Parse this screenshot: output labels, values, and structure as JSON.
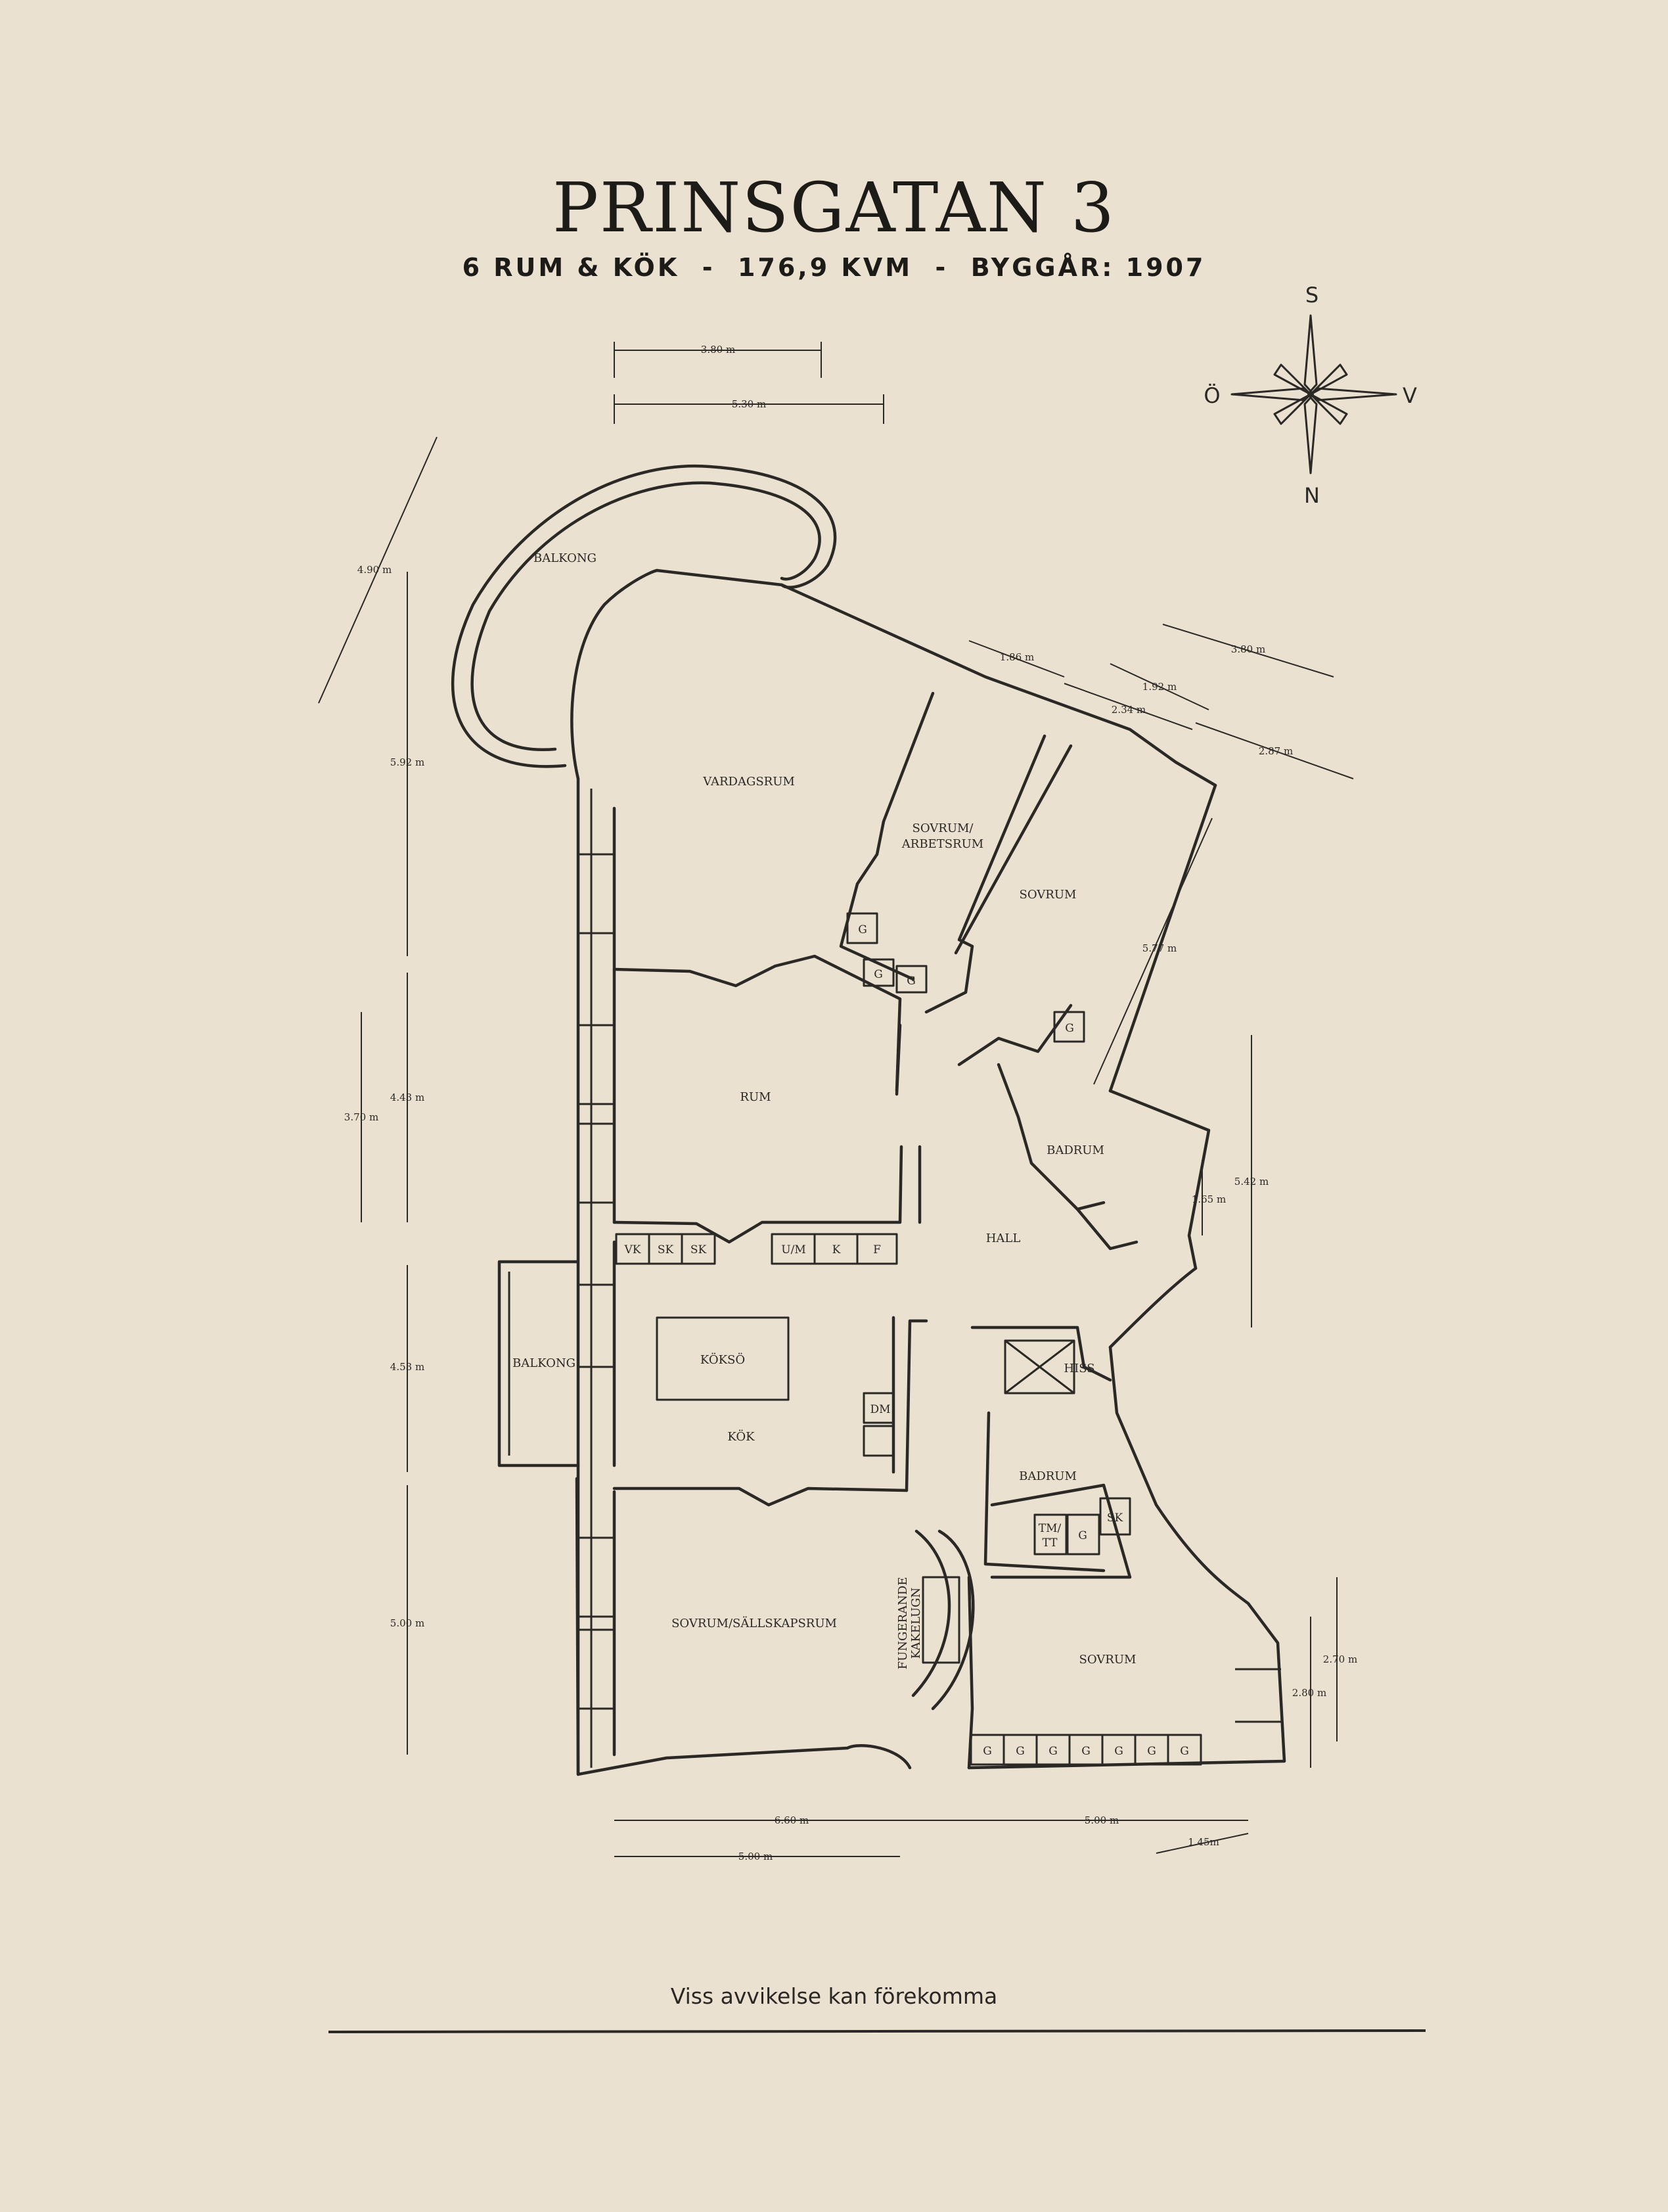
{
  "header": {
    "title": "PRINSGATAN 3",
    "subtitle": "6 RUM & KÖK  -  176,9 KVM  -  BYGGÅR: 1907"
  },
  "compass": {
    "north": "N",
    "south": "S",
    "east": "Ö",
    "west": "V"
  },
  "rooms": {
    "balkong_top": "BALKONG",
    "vardagsrum": "VARDAGSRUM",
    "sovrum_arbetsrum_1": "SOVRUM/",
    "sovrum_arbetsrum_2": "ARBETSRUM",
    "sovrum_upper": "SOVRUM",
    "rum": "RUM",
    "badrum_upper": "BADRUM",
    "hall": "HALL",
    "balkong_side": "BALKONG",
    "koksö": "KÖKSÖ",
    "kok": "KÖK",
    "hiss": "HISS",
    "badrum_lower": "BADRUM",
    "sovrum_sallskapsrum": "SOVRUM/SÄLLSKAPSRUM",
    "sovrum_lower": "SOVRUM",
    "kakelugn_1": "FUNGERANDE",
    "kakelugn_2": "KAKELUGN"
  },
  "fixtures": {
    "vk": "VK",
    "sk": "SK",
    "sk2": "SK",
    "um": "U/M",
    "k": "K",
    "f": "F",
    "dm": "DM",
    "g": "G",
    "tmtt_1": "TM/",
    "tmtt_2": "TT"
  },
  "dimensions": {
    "top_a": "3.80 m",
    "top_b": "5.30 m",
    "left_diag": "4.90 m",
    "left_1": "5.92 m",
    "left_2": "4.43 m",
    "left_inner": "3.70 m",
    "left_3": "4.53 m",
    "left_4": "5.00 m",
    "right_a": "1.86 m",
    "right_b": "3.80 m",
    "right_c": "1.92 m",
    "right_d": "2.34 m",
    "right_e": "2.87 m",
    "right_f": "5.77 m",
    "right_g": "5.42 m",
    "right_h": "1.65 m",
    "right_i": "2.70 m",
    "right_j": "2.80 m",
    "bottom_a": "6.60 m",
    "bottom_b": "5.00 m",
    "bottom_c": "5.00 m",
    "bottom_d": "1.45m"
  },
  "footer": {
    "disclaimer": "Viss avvikelse kan förekomma"
  }
}
